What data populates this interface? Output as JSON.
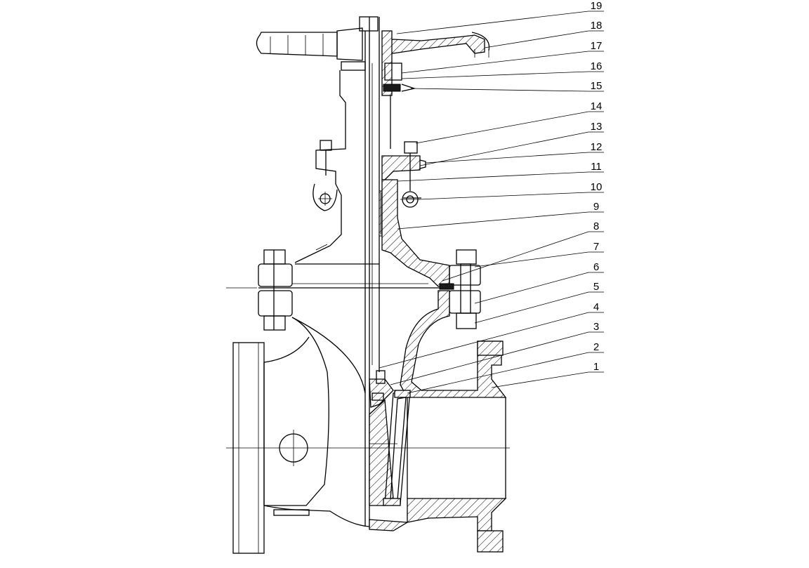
{
  "callouts": [
    {
      "id": "19",
      "text": "19"
    },
    {
      "id": "18",
      "text": "18"
    },
    {
      "id": "17",
      "text": "17"
    },
    {
      "id": "16",
      "text": "16"
    },
    {
      "id": "15",
      "text": "15"
    },
    {
      "id": "14",
      "text": "14"
    },
    {
      "id": "13",
      "text": "13"
    },
    {
      "id": "12",
      "text": "12"
    },
    {
      "id": "11",
      "text": "11"
    },
    {
      "id": "10",
      "text": "10"
    },
    {
      "id": "9",
      "text": "9"
    },
    {
      "id": "8",
      "text": "8"
    },
    {
      "id": "7",
      "text": "7"
    },
    {
      "id": "6",
      "text": "6"
    },
    {
      "id": "5",
      "text": "5"
    },
    {
      "id": "4",
      "text": "4"
    },
    {
      "id": "3",
      "text": "3"
    },
    {
      "id": "2",
      "text": "2"
    },
    {
      "id": "1",
      "text": "1"
    }
  ]
}
